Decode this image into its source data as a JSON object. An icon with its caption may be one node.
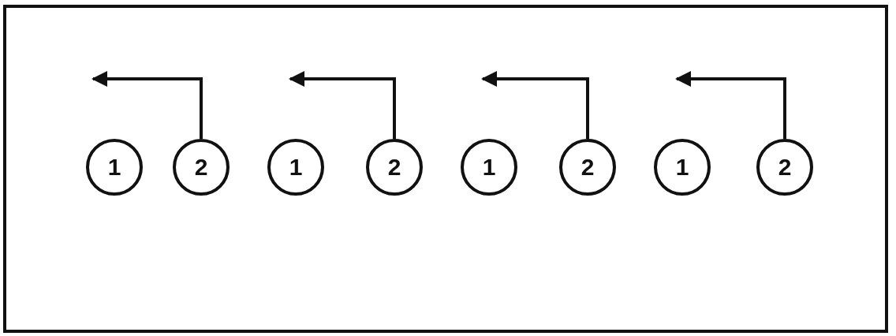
{
  "diagram": {
    "nodes": [
      {
        "text": [
          "1"
        ]
      },
      {
        "text": [
          "2"
        ]
      },
      {
        "text": [
          "1"
        ]
      },
      {
        "text": [
          "2"
        ]
      },
      {
        "text": [
          "1"
        ]
      },
      {
        "text": [
          "2"
        ]
      },
      {
        "text": [
          "1"
        ]
      },
      {
        "text": [
          "2"
        ]
      }
    ],
    "edges": [
      {
        "from": 1,
        "to": null,
        "arrow": "to"
      },
      {
        "from": 3,
        "to": null,
        "arrow": "to"
      },
      {
        "from": 5,
        "to": null,
        "arrow": "to"
      },
      {
        "from": 7,
        "to": null,
        "arrow": "to"
      }
    ]
  }
}
